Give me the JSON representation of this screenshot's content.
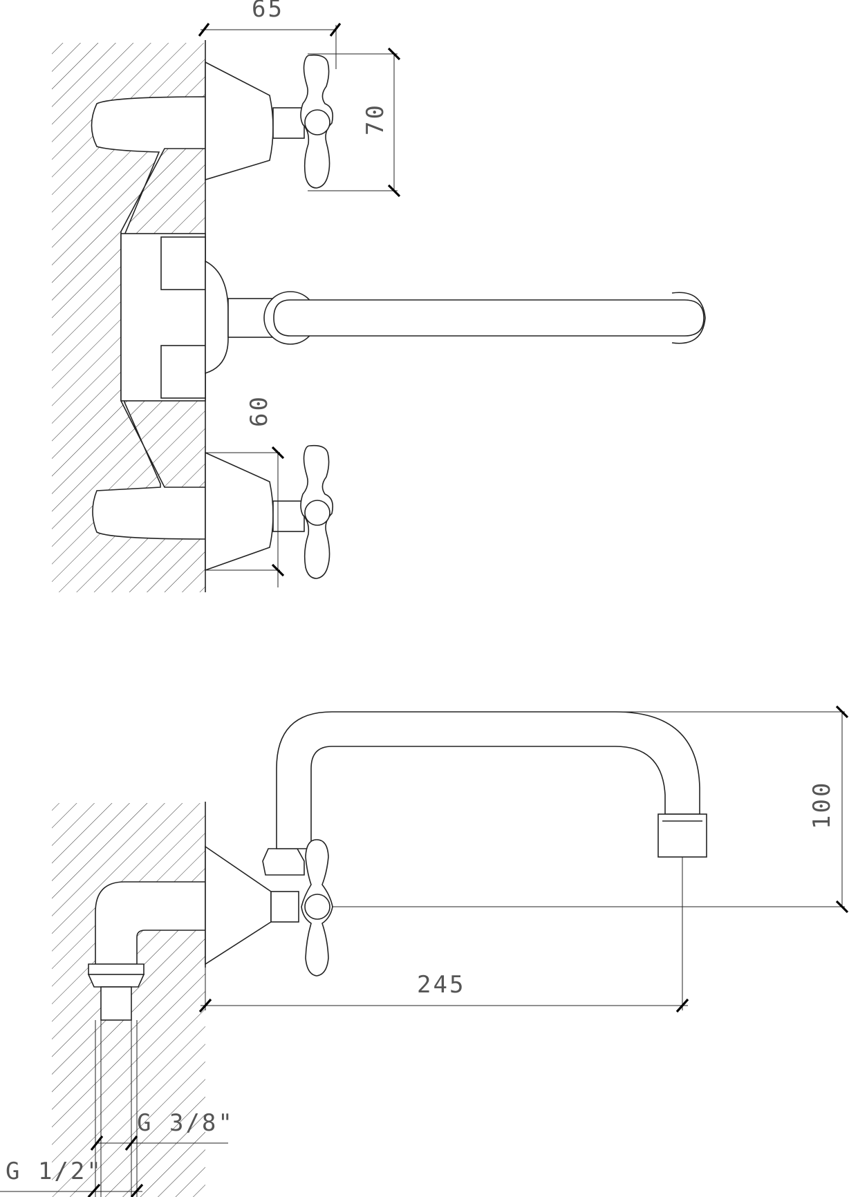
{
  "dimensions": {
    "top_width": "65",
    "top_valve_height": "70",
    "valve_spacing": "60",
    "spout_height": "100",
    "spout_reach": "245",
    "thread_small": "G 3/8\"",
    "thread_large": "G 1/2\""
  }
}
